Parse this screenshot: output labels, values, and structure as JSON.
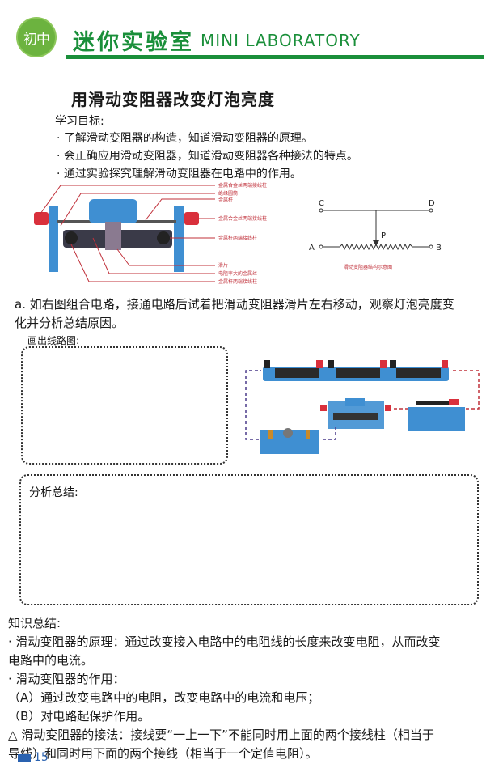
{
  "header": {
    "badge": "初中",
    "brand_cn": "迷你实验室",
    "brand_en": "MINI LABORATORY"
  },
  "title": "用滑动变阻器改变灯泡亮度",
  "goals": {
    "heading": "学习目标:",
    "items": [
      "· 了解滑动变阻器的构造，知道滑动变阻器的原理。",
      "· 会正确应用滑动变阻器，知道滑动变阻器各种接法的特点。",
      "· 通过实验探究理解滑动变阻器在电路中的作用。"
    ]
  },
  "rheostat_figure": {
    "callouts": [
      "金属合金丝两端接线柱",
      "绝缘圆筒",
      "金属杆",
      "金属合金丝两端接线柱",
      "金属杆两端接线柱",
      "滑片",
      "电阻率大的金属丝",
      "金属杆两端接线柱"
    ]
  },
  "schematic": {
    "labels": {
      "c": "C",
      "d": "D",
      "a": "A",
      "b": "B",
      "p": "P"
    },
    "caption": "滑动变阻器结构示意图"
  },
  "task": {
    "line1": "a. 如右图组合电路，接通电路后试着把滑动变阻器滑片左右移动，观察灯泡亮度变",
    "line2": "化并分析总结原因。",
    "draw_label": "画出线路图:",
    "analysis_label": "分析总结:"
  },
  "knowledge": {
    "heading": "知识总结:",
    "lines": [
      "· 滑动变阻器的原理：通过改变接入电路中的电阻线的长度来改变电阻，从而改变",
      "电路中的电流。",
      "· 滑动变阻器的作用：",
      "（A）通过改变电路中的电阻，改变电路中的电流和电压；",
      "（B）对电路起保护作用。",
      "△ 滑动变阻器的接法：接线要“一上一下”不能同时用上面的两个接线柱（相当于",
      "导线）和同时用下面的两个接线（相当于一个定值电阻）。"
    ]
  },
  "page_number": "15",
  "colors": {
    "brand_green": "#1a8f3a",
    "badge_green": "#6cb33f",
    "callout_red": "#c0303a",
    "device_blue": "#3f8fd2"
  }
}
